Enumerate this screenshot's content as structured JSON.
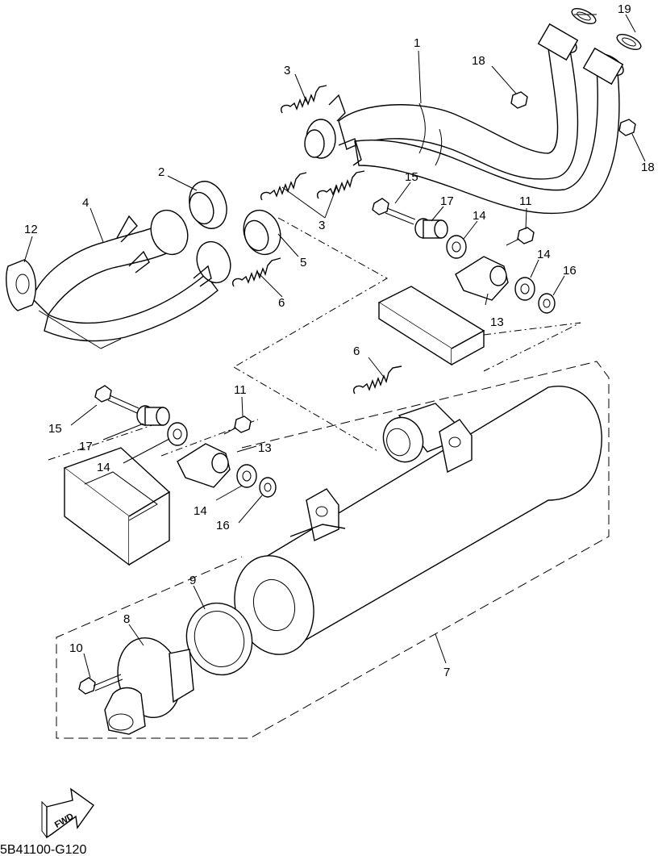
{
  "callouts": {
    "c1": "1",
    "c2": "2",
    "c3a": "3",
    "c3b": "3",
    "c4": "4",
    "c5": "5",
    "c6a": "6",
    "c6b": "6",
    "c7": "7",
    "c8": "8",
    "c9": "9",
    "c10": "10",
    "c11a": "11",
    "c11b": "11",
    "c12": "12",
    "c13a": "13",
    "c13b": "13",
    "c14a": "14",
    "c14b": "14",
    "c14c": "14",
    "c14d": "14",
    "c15a": "15",
    "c15b": "15",
    "c16a": "16",
    "c16b": "16",
    "c17a": "17",
    "c17b": "17",
    "c18a": "18",
    "c18b": "18",
    "c19": "19"
  },
  "fwd_label": "FWD",
  "diagram_code": "5B41100-G120"
}
